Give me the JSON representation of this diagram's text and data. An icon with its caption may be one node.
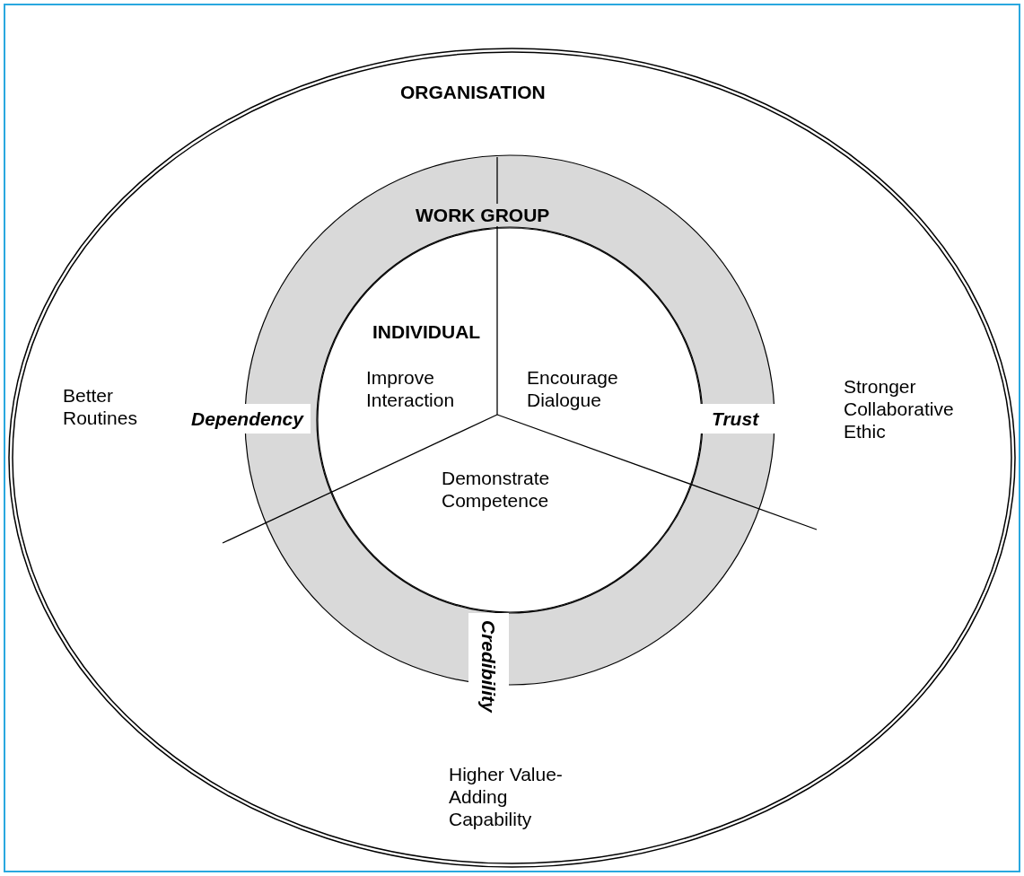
{
  "diagram": {
    "nodes": [
      {
        "text": [
          "ORGANISATION"
        ]
      },
      {
        "text": [
          "WORK GROUP"
        ],
        "in": 0
      },
      {
        "text": [
          "INDIVIDUAL"
        ],
        "in": 1
      }
    ],
    "edges": [],
    "labels": [
      "Better Routines",
      "Dependency",
      "Improve Interaction",
      "Encourage Dialogue",
      "Trust",
      "Stronger Collaborative Ethic",
      "Demonstrate Competence",
      "Credibility",
      "Higher Value-Adding Capability"
    ]
  }
}
